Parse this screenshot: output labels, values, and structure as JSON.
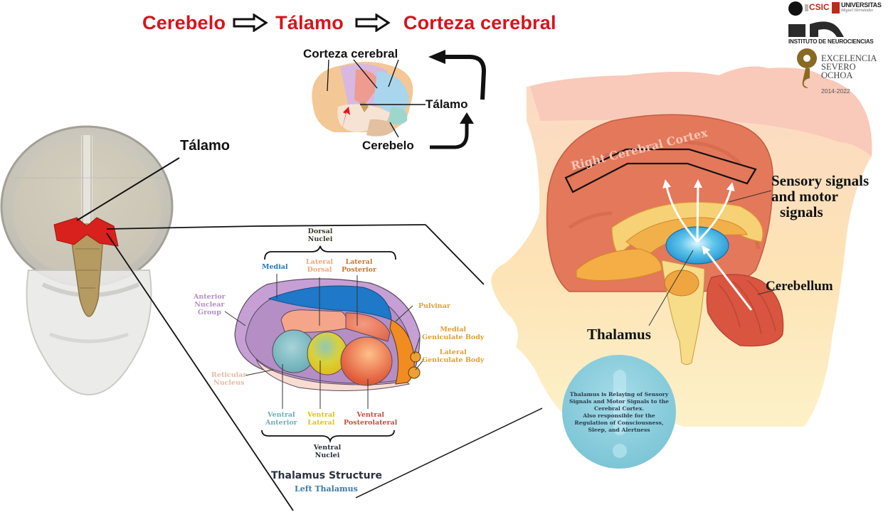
{
  "flow": {
    "steps": [
      "Cerebelo",
      "Tálamo",
      "Corteza cerebral"
    ],
    "arrow_icon": "hollow-right-arrow",
    "text_color": "#d6141c"
  },
  "logos": {
    "csic": "CSIC",
    "universidad": "UNIVERSITAS",
    "universidad_sub": "Miguel Hernández",
    "instituto": "INSTITUTO DE NEUROCIENCIAS",
    "excelencia_lines": [
      "EXCELENCIA",
      "SEVERO",
      "OCHOA"
    ],
    "years": "2014-2022"
  },
  "brain_loop": {
    "cortex_label": "Corteza cerebral",
    "thalamus_label": "Tálamo",
    "cerebellum_label": "Cerebelo"
  },
  "skull": {
    "thalamus_label": "Tálamo",
    "highlight_color": "#d8201c"
  },
  "thalamus_structure": {
    "title": "Thalamus Structure",
    "subtitle": "Left Thalamus",
    "dorsal_group": "Dorsal Nuclei",
    "ventral_group": "Ventral Nuclei",
    "nuclei": [
      {
        "key": "medial",
        "lines": [
          "Medial"
        ],
        "color": "#1f78c8"
      },
      {
        "key": "lateral_dorsal",
        "lines": [
          "Lateral",
          "Dorsal"
        ],
        "color": "#f2a679"
      },
      {
        "key": "lateral_posterior",
        "lines": [
          "Lateral",
          "Posterior"
        ],
        "color": "#c8762e"
      },
      {
        "key": "pulvinar",
        "lines": [
          "Pulvinar"
        ],
        "color": "#e8a43a"
      },
      {
        "key": "medial_geniculate",
        "lines": [
          "Medial",
          "Geniculate Body"
        ],
        "color": "#e8a43a"
      },
      {
        "key": "lateral_geniculate",
        "lines": [
          "Lateral",
          "Geniculate Body"
        ],
        "color": "#e8a43a"
      },
      {
        "key": "anterior_nuclear",
        "lines": [
          "Anterior",
          "Nuclear",
          "Group"
        ],
        "color": "#b48ec4"
      },
      {
        "key": "reticular",
        "lines": [
          "Reticular",
          "Nucleus"
        ],
        "color": "#e8b9a6"
      },
      {
        "key": "ventral_anterior",
        "lines": [
          "Ventral",
          "Anterior"
        ],
        "color": "#6aaeb8"
      },
      {
        "key": "ventral_lateral",
        "lines": [
          "Ventral",
          "Lateral"
        ],
        "color": "#e0c020"
      },
      {
        "key": "ventral_posterolateral",
        "lines": [
          "Ventral",
          "Posterolateral"
        ],
        "color": "#d2553c"
      }
    ]
  },
  "head": {
    "cortex_banner": "Right Cerebral Cortex",
    "signals_lines": [
      "Sensory signals",
      "and motor",
      "signals"
    ],
    "cerebellum_label": "Cerebellum",
    "thalamus_label": "Thalamus"
  },
  "info_bubble": {
    "lines": [
      "Thalamus is Relaying of Sensory",
      "Signals and Motor Signals to the",
      "Cerebral Cortex.",
      "Also responsible for the",
      "Regulation of Consciousness,",
      "Sleep, and Alertness"
    ],
    "icon": "exclamation-icon",
    "color": "#8fd0df"
  }
}
